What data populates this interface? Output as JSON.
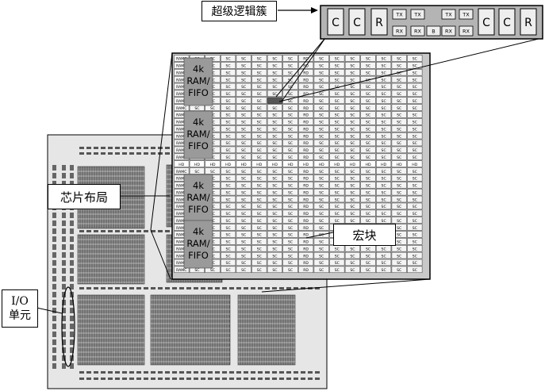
{
  "labels": {
    "super_cluster": "超级逻辑簇",
    "chip_layout": "芯片布局",
    "macro_block": "宏块",
    "io_unit_line1": "I/O",
    "io_unit_line2": "单元"
  },
  "cluster_cells": [
    "C",
    "C",
    "R",
    "TX",
    "TX",
    "RX",
    "RX",
    "B",
    "TX",
    "TX",
    "RX",
    "RX",
    "C",
    "C",
    "R"
  ],
  "ram_fifo_blocks": [
    {
      "l1": "4k",
      "l2": "RAM/",
      "l3": "FIFO"
    },
    {
      "l1": "4k",
      "l2": "RAM/",
      "l3": "FIFO"
    },
    {
      "l1": "4k",
      "l2": "RAM/",
      "l3": "FIFO"
    },
    {
      "l1": "4k",
      "l2": "RAM/",
      "l3": "FIFO"
    }
  ],
  "cell_codes": {
    "ram_column": "RAMC",
    "logic_cell": "SC",
    "routing_cell": "RD",
    "horizontal_divider": "HD"
  },
  "colors": {
    "panel_bg": "#c8c8c8",
    "cell_border": "#333333",
    "ram_block": "#9a9a9a",
    "chip_bg": "#e6e6e6",
    "highlight_cell": "#555555"
  }
}
